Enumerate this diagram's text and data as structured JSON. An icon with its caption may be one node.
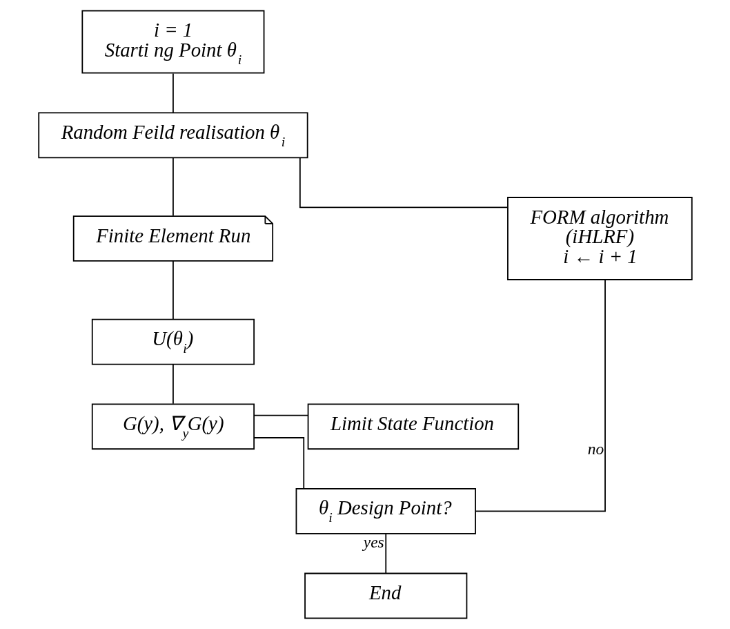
{
  "diagram": {
    "nodes": [
      {
        "text": [
          "i = 1",
          "Starti ng Point θ$_{i}$"
        ]
      },
      {
        "text": [
          "Random Feild realisation θ$_{i}$"
        ]
      },
      {
        "text": [
          "Finite Element Run"
        ]
      },
      {
        "text": [
          "U(θ$_{i}$)"
        ]
      },
      {
        "text": [
          "Limit State Function"
        ]
      },
      {
        "text": [
          "G(y), ∇$_{y}$G(y)"
        ]
      },
      {
        "text": [
          "θ$_{i}$ Design Point?"
        ]
      },
      {
        "text": [
          "End"
        ]
      },
      {
        "text": [
          "FORM algorithm",
          "(iHLRF)",
          "i ← i + 1"
        ]
      }
    ],
    "edges": [
      {
        "from": 0,
        "to": 1,
        "arrow": "none"
      },
      {
        "from": 1,
        "to": 2,
        "arrow": "none"
      },
      {
        "from": 2,
        "to": 3,
        "arrow": "none"
      },
      {
        "from": 3,
        "to": 5,
        "arrow": "none"
      },
      {
        "from": 4,
        "to": 5,
        "arrow": "none"
      },
      {
        "from": 5,
        "to": 6,
        "arrow": "none"
      },
      {
        "from": 6,
        "to": 7,
        "arrow": "none",
        "label": "yes"
      },
      {
        "from": 6,
        "to": 8,
        "arrow": "none",
        "label": "no"
      },
      {
        "from": 8,
        "to": 1,
        "arrow": "none"
      }
    ]
  }
}
